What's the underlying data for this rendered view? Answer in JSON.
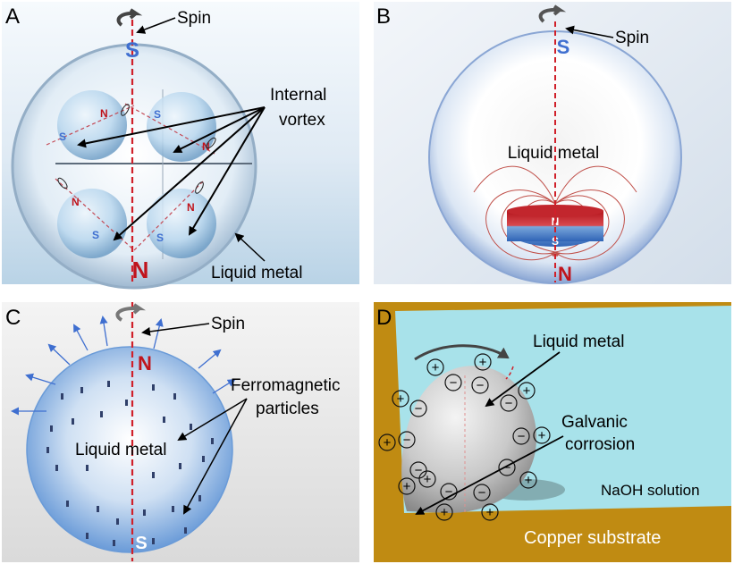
{
  "colors": {
    "north": "#c0141c",
    "south": "#3f6fd0",
    "axis": "#d0202a",
    "copper": "#c08b12",
    "solution": "#a8e2ea",
    "field_line": "#c0504a"
  },
  "panels": {
    "A": {
      "letter": "A",
      "spin_label": "Spin",
      "north": "N",
      "south": "S",
      "vortex_label_line1": "Internal",
      "vortex_label_line2": "vortex",
      "metal_label": "Liquid metal",
      "small_n": "N",
      "small_s": "S"
    },
    "B": {
      "letter": "B",
      "spin_label": "Spin",
      "north": "N",
      "south": "S",
      "metal_label": "Liquid metal",
      "magnet_n": "N",
      "magnet_s": "S"
    },
    "C": {
      "letter": "C",
      "spin_label": "Spin",
      "north": "N",
      "south": "S",
      "particles_line1": "Ferromagnetic",
      "particles_line2": "particles",
      "metal_label": "Liquid metal"
    },
    "D": {
      "letter": "D",
      "metal_label": "Liquid metal",
      "corrosion_line1": "Galvanic",
      "corrosion_line2": "corrosion",
      "solution_label": "NaOH solution",
      "substrate_label": "Copper  substrate",
      "plus": "+",
      "minus": "−"
    }
  }
}
